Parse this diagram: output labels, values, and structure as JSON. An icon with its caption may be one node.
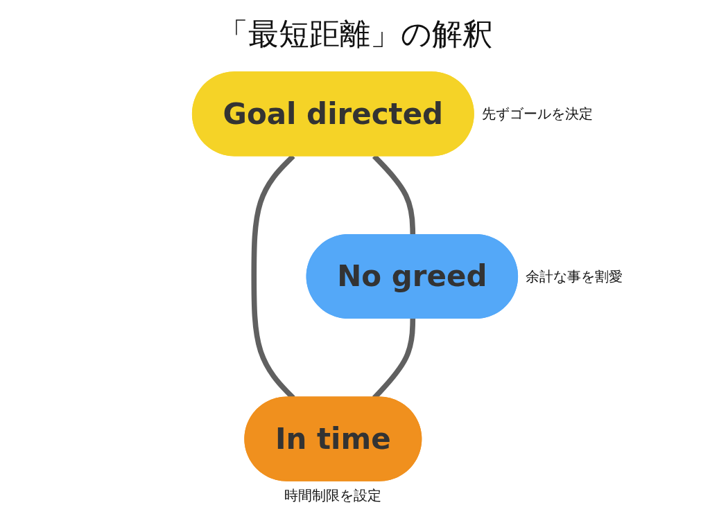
{
  "diagram": {
    "title": "「最短距離」の解釈",
    "nodes": [
      {
        "text": [
          "Goal directed"
        ],
        "beside": [
          "先ずゴールを決定"
        ]
      },
      {
        "text": [
          "No greed"
        ],
        "beside": [
          "余計な事を割愛"
        ]
      },
      {
        "text": [
          "In time"
        ],
        "beside": [
          "時間制限を設定"
        ]
      }
    ],
    "edges": [
      {
        "from": 0,
        "to": 1,
        "arrow": "none"
      },
      {
        "from": 0,
        "to": 2,
        "arrow": "none"
      },
      {
        "from": 1,
        "to": 2,
        "arrow": "none"
      }
    ]
  }
}
